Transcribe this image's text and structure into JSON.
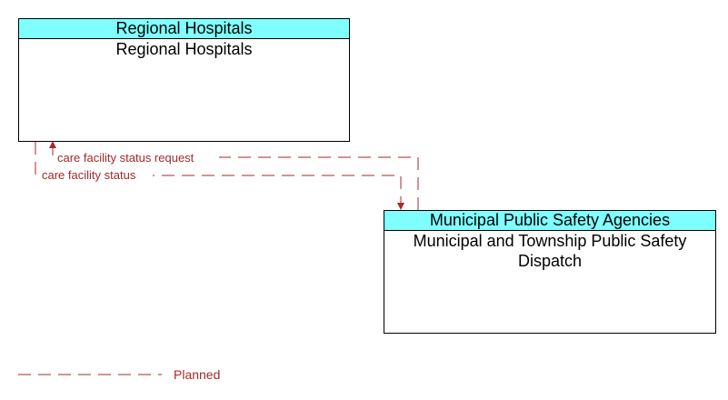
{
  "nodes": {
    "regional_hospitals": {
      "header": "Regional Hospitals",
      "body": "Regional Hospitals"
    },
    "municipal_psa": {
      "header": "Municipal Public Safety Agencies",
      "body": "Municipal and Township Public Safety Dispatch"
    }
  },
  "flows": [
    {
      "label": "care facility status request",
      "from": "municipal_psa",
      "to": "regional_hospitals",
      "status": "Planned"
    },
    {
      "label": "care facility status",
      "from": "regional_hospitals",
      "to": "municipal_psa",
      "status": "Planned"
    }
  ],
  "legend": {
    "planned_label": "Planned"
  },
  "colors": {
    "header_fill": "#7fffff",
    "flow_line": "#a52a2a"
  }
}
